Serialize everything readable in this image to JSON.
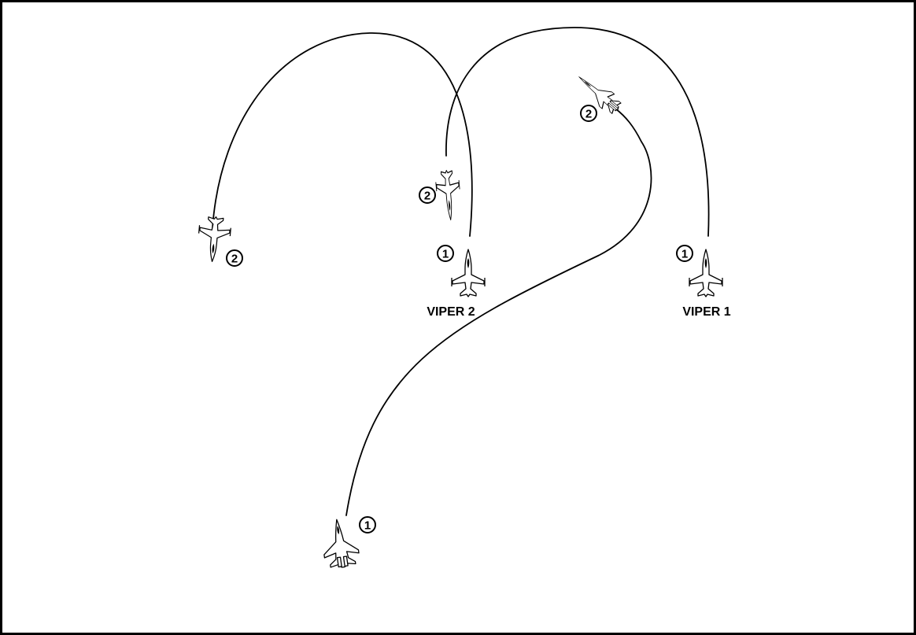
{
  "labels": {
    "viper1": "VIPER 1",
    "viper2": "VIPER 2"
  },
  "markers": {
    "viper1_pos1": "1",
    "viper2_pos1": "1",
    "viper2_pos2_mid": "2",
    "viper2_pos2_left": "2",
    "bandit_pos1": "1",
    "bandit_pos2": "2"
  },
  "icons": {
    "friendly": "f16-aircraft-icon",
    "bandit": "mig-aircraft-icon"
  }
}
